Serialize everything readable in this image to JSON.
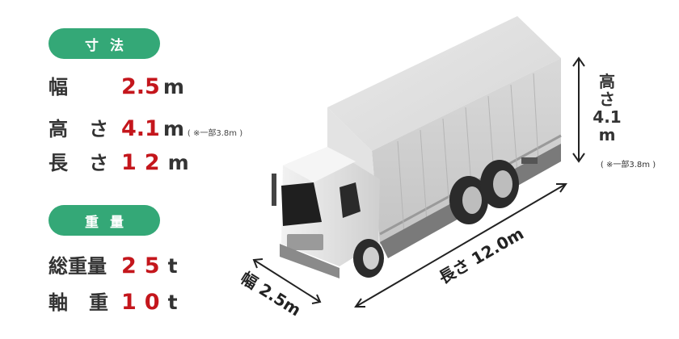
{
  "dimensions_section": {
    "badge": "寸法",
    "width_label": "幅",
    "width_value": "2.5",
    "width_unit": "m",
    "height_label": "高さ",
    "height_value": "4.1",
    "height_unit": "m",
    "height_note": "( ※一部3.8m )",
    "length_label": "長さ",
    "length_value": "12",
    "length_unit": "m"
  },
  "weight_section": {
    "badge": "重量",
    "gross_label": "総重量",
    "gross_value": "25",
    "gross_unit": "t",
    "axle_label": "軸重",
    "axle_value": "10",
    "axle_unit": "t"
  },
  "diagram_labels": {
    "height_char1": "高",
    "height_char2": "さ",
    "height_value": "4.1",
    "height_unit": "m",
    "height_note": "( ※一部3.8m )",
    "length": "長さ 12.0m",
    "width": "幅 2.5m"
  },
  "colors": {
    "accent_green": "#34a877",
    "value_red": "#c4161c"
  }
}
